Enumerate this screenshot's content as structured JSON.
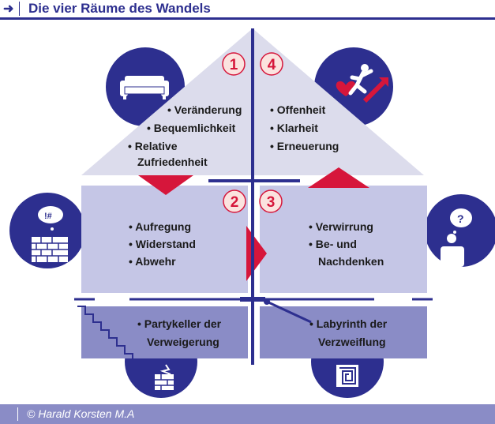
{
  "header": {
    "title": "Die vier Räume des Wandels",
    "arrow": "➜"
  },
  "rooms": [
    {
      "number": "1",
      "items": [
        "• Veränderung",
        "• Bequemlichkeit",
        "• Relative",
        "Zufriedenheit"
      ],
      "icon": "sofa-icon"
    },
    {
      "number": "4",
      "items": [
        "• Offenheit",
        "• Klarheit",
        "• Erneuerung"
      ],
      "icon": "climbing-person-icon"
    },
    {
      "number": "2",
      "items": [
        "• Aufregung",
        "• Widerstand",
        "• Abwehr"
      ],
      "icon": "angry-person-wall-icon"
    },
    {
      "number": "3",
      "items": [
        "• Verwirrung",
        "• Be- und",
        "Nachdenken"
      ],
      "icon": "thinking-person-icon"
    }
  ],
  "basement": [
    {
      "items": [
        "• Partykeller der",
        "Verweigerung"
      ],
      "icon": "broken-wall-icon"
    },
    {
      "items": [
        "• Labyrinth der",
        "Verzweiflung"
      ],
      "icon": "maze-icon"
    }
  ],
  "footer": {
    "copyright": "© Harald Korsten M.A"
  },
  "colors": {
    "navy": "#2d2f8f",
    "lavender": "#c5c6e6",
    "roof": "#dcdcec",
    "basement": "#8a8cc6",
    "accent": "#d6163b",
    "numberFill": "#fbe3df"
  }
}
